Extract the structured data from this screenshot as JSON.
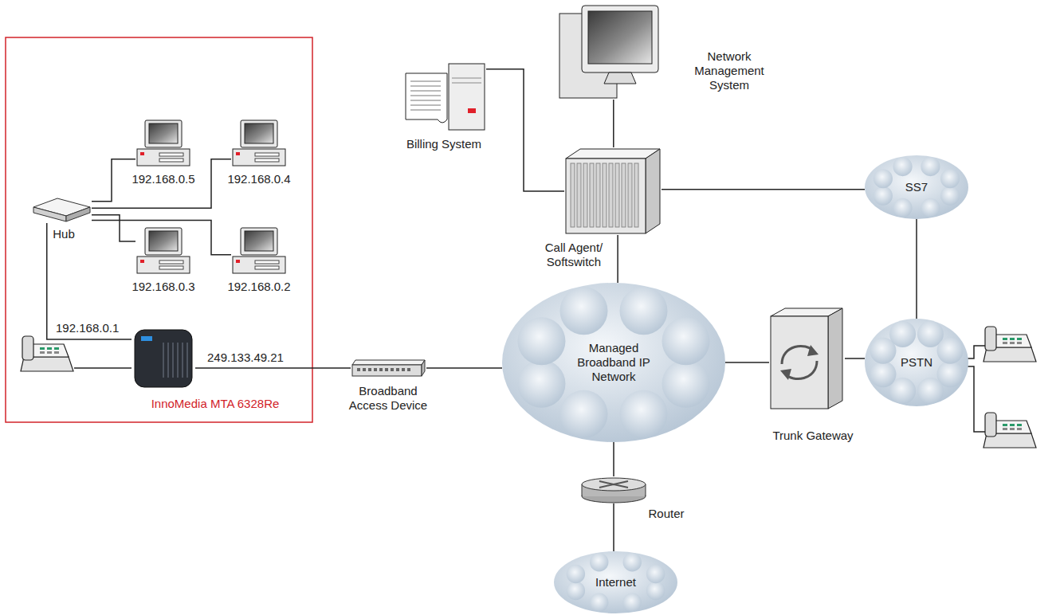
{
  "diagram": {
    "nodes": [
      {
        "text": [
          "192.168.0.5"
        ]
      },
      {
        "text": [
          "192.168.0.4"
        ]
      },
      {
        "text": [
          "Hub"
        ]
      },
      {
        "text": [
          "192.168.0.3"
        ]
      },
      {
        "text": [
          "192.168.0.2"
        ]
      },
      {
        "text": [
          "InnoMedia MTA 6328Re"
        ]
      },
      {
        "text": [
          "Billing System"
        ]
      },
      {
        "text": [
          "Network Management System"
        ]
      },
      {
        "text": [
          "Call Agent/ Softswitch"
        ]
      },
      {
        "text": [
          "SS7"
        ]
      },
      {
        "text": [
          "Broadband Access Device"
        ]
      },
      {
        "text": [
          "Managed Broadband IP Network"
        ]
      },
      {
        "text": [
          "Trunk Gateway"
        ]
      },
      {
        "text": [
          "PSTN"
        ]
      },
      {
        "text": [
          "Router"
        ]
      },
      {
        "text": [
          "Internet"
        ]
      }
    ],
    "edges": [
      {
        "from": 2,
        "to": 0,
        "arrow": "none"
      },
      {
        "from": 2,
        "to": 1,
        "arrow": "none"
      },
      {
        "from": 2,
        "to": 3,
        "arrow": "none"
      },
      {
        "from": 2,
        "to": 4,
        "arrow": "none"
      },
      {
        "from": 2,
        "to": 5,
        "label": "192.168.0.1",
        "arrow": "none"
      },
      {
        "from": 5,
        "to": 10,
        "label": "249.133.49.21",
        "arrow": "none"
      },
      {
        "from": 10,
        "to": 11,
        "arrow": "none"
      },
      {
        "from": 6,
        "to": 8,
        "arrow": "none"
      },
      {
        "from": 7,
        "to": 8,
        "arrow": "none"
      },
      {
        "from": 8,
        "to": 9,
        "arrow": "none"
      },
      {
        "from": 8,
        "to": 11,
        "arrow": "none"
      },
      {
        "from": 9,
        "to": 13,
        "arrow": "none"
      },
      {
        "from": 11,
        "to": 12,
        "arrow": "none"
      },
      {
        "from": 12,
        "to": 13,
        "arrow": "none"
      },
      {
        "from": 11,
        "to": 14,
        "arrow": "none"
      },
      {
        "from": 14,
        "to": 15,
        "arrow": "none"
      }
    ]
  }
}
